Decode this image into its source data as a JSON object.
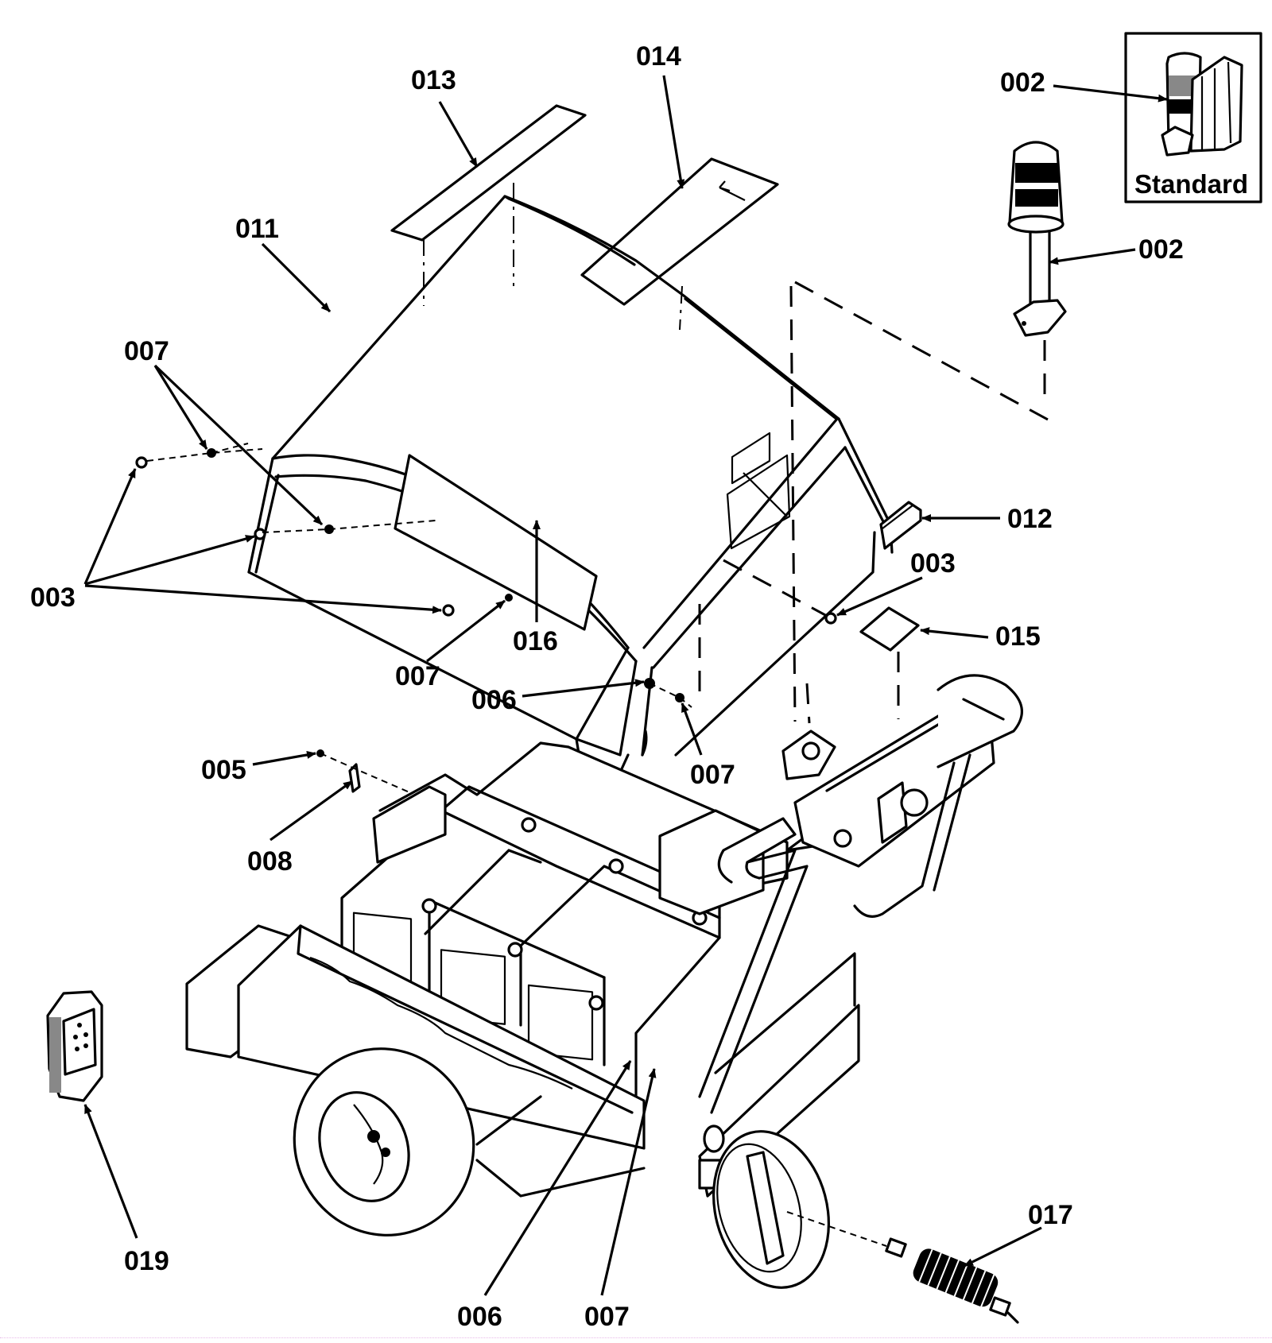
{
  "figure": {
    "type": "exploded parts diagram",
    "subject": "battery-powered tug / cart with cover assembly",
    "inset": {
      "caption": "Standard",
      "item": "002"
    }
  },
  "callouts": [
    {
      "id": "c002a",
      "text": "002",
      "part": "beacon (standard, inset)"
    },
    {
      "id": "c002b",
      "text": "002",
      "part": "beacon on mast"
    },
    {
      "id": "c013",
      "text": "013",
      "part": "decal strip on cover"
    },
    {
      "id": "c014",
      "text": "014",
      "part": "arrow decal on cover"
    },
    {
      "id": "c011",
      "text": "011",
      "part": "cover"
    },
    {
      "id": "c007a",
      "text": "007",
      "part": "nut (upper left)"
    },
    {
      "id": "c003a",
      "text": "003",
      "part": "screws (left)"
    },
    {
      "id": "c016",
      "text": "016",
      "part": "side decal"
    },
    {
      "id": "c007b",
      "text": "007",
      "part": "nut (front)"
    },
    {
      "id": "c012",
      "text": "012",
      "part": "bracket"
    },
    {
      "id": "c003b",
      "text": "003",
      "part": "screw (right)"
    },
    {
      "id": "c015",
      "text": "015",
      "part": "label plate"
    },
    {
      "id": "c006a",
      "text": "006",
      "part": "washer"
    },
    {
      "id": "c007c",
      "text": "007",
      "part": "nut"
    },
    {
      "id": "c005",
      "text": "005",
      "part": "bolt"
    },
    {
      "id": "c008",
      "text": "008",
      "part": "clip"
    },
    {
      "id": "c019",
      "text": "019",
      "part": "remote control"
    },
    {
      "id": "c006b",
      "text": "006",
      "part": "washer (lower)"
    },
    {
      "id": "c007d",
      "text": "007",
      "part": "nut (lower)"
    },
    {
      "id": "c017",
      "text": "017",
      "part": "coiled power cord"
    }
  ]
}
